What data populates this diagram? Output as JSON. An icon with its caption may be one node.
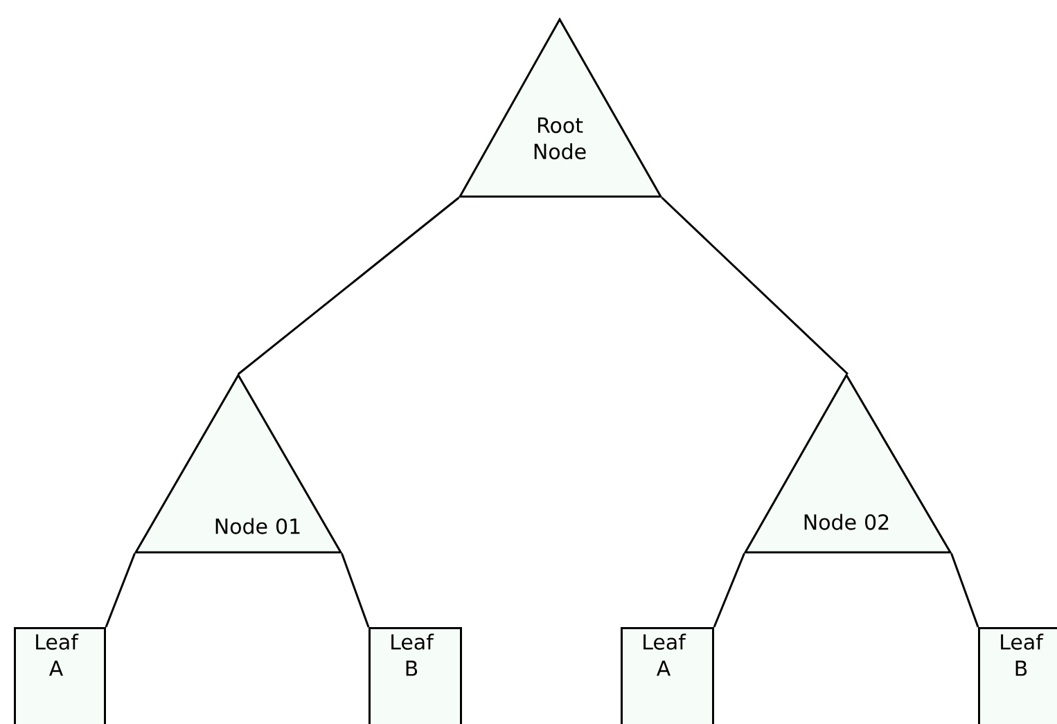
{
  "diagram": {
    "nodes": [
      {
        "text": [
          "Root Node"
        ]
      },
      {
        "text": [
          "Node 01"
        ]
      },
      {
        "text": [
          "Node 02"
        ]
      },
      {
        "text": [
          "Leaf A"
        ]
      },
      {
        "text": [
          "Leaf B"
        ]
      },
      {
        "text": [
          "Leaf A"
        ]
      },
      {
        "text": [
          "Leaf B"
        ]
      }
    ],
    "edges": [
      {
        "from": 0,
        "to": 1,
        "arrow": "none"
      },
      {
        "from": 0,
        "to": 2,
        "arrow": "none"
      },
      {
        "from": 1,
        "to": 3,
        "arrow": "none"
      },
      {
        "from": 1,
        "to": 4,
        "arrow": "none"
      },
      {
        "from": 2,
        "to": 5,
        "arrow": "none"
      },
      {
        "from": 2,
        "to": 6,
        "arrow": "none"
      }
    ]
  }
}
